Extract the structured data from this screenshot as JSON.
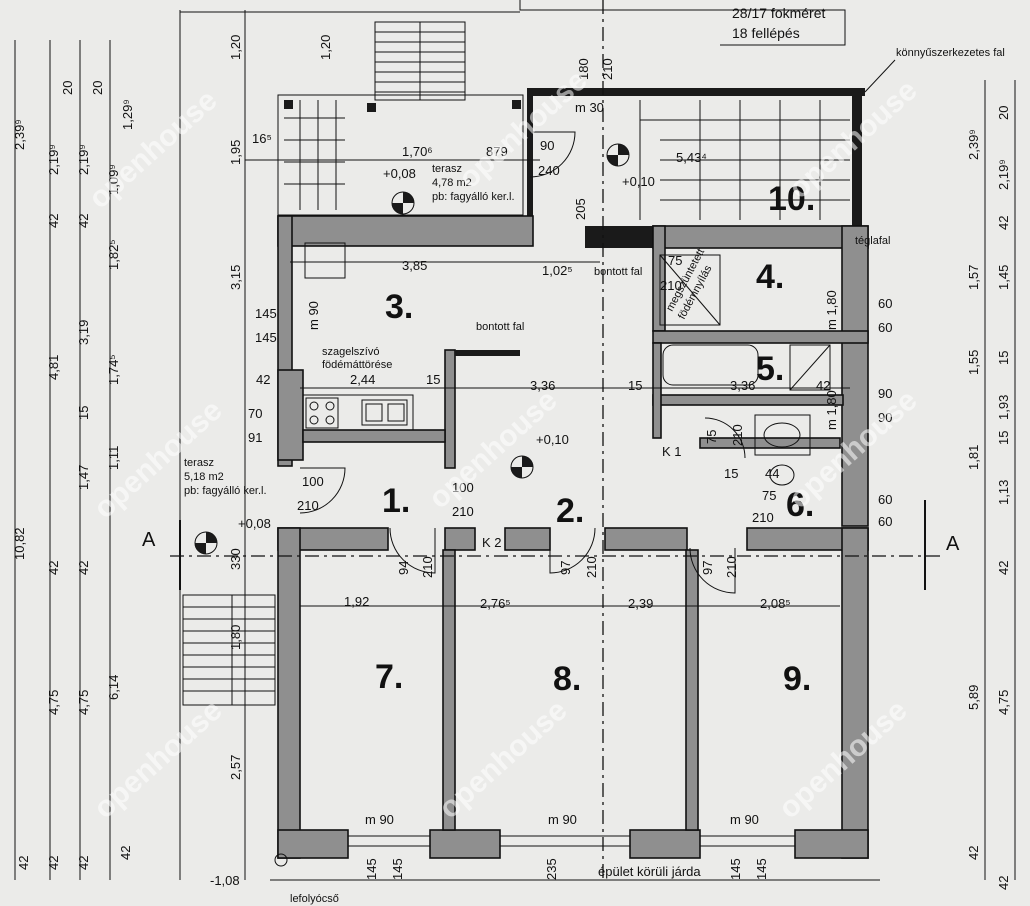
{
  "stair_note": {
    "line1": "28/17 fokméret",
    "line2": "18 fellépés"
  },
  "labels": {
    "light_wall": "könnyűszerkezetes fal",
    "brick_wall": "téglafal",
    "removed_wall_top": "bontott fal",
    "removed_wall_mid": "bontott fal",
    "hood": "szagelszívó",
    "hood2": "födémáttörése",
    "ceiling_opening": "megszüntetett",
    "ceiling_opening2": "födémnyílás",
    "sidewalk": "épület körüli járda",
    "downpipe": "lefolyócső",
    "terrace_top_1": "terasz",
    "terrace_top_2": "4,78 m2",
    "terrace_top_3": "pb: fagyálló ker.l.",
    "terrace_left_1": "terasz",
    "terrace_left_2": "5,18 m2",
    "terrace_left_3": "pb: fagyálló ker.l.",
    "k1": "K 1",
    "k2": "K 2",
    "section_a_left": "A",
    "section_a_right": "A"
  },
  "rooms": {
    "r1": "1.",
    "r2": "2.",
    "r3": "3.",
    "r4": "4.",
    "r5": "5.",
    "r6": "6.",
    "r7": "7.",
    "r8": "8.",
    "r9": "9.",
    "r10": "10."
  },
  "levels": {
    "l1": "+0,08",
    "l2": "+0,10",
    "l3": "+0,10",
    "l4": "+0,08",
    "l5": "-1,08"
  },
  "watermark": "openhouse",
  "dims": {
    "d1": "1,20",
    "d2": "1,20",
    "d3": "180",
    "d4": "210",
    "d5": "m 30",
    "d6": "16⁵",
    "d7": "1,70⁶",
    "d8": "879",
    "d9": "90",
    "d10": "240",
    "d11": "5,43⁴",
    "d12": "1,95",
    "d13": "205",
    "d14": "3,85",
    "d15": "1,02⁵",
    "d16": "75",
    "d17": "210",
    "d18": "3,15",
    "d19": "145",
    "d20": "145",
    "d21": "m 90",
    "d22": "2,44",
    "d23": "15",
    "d24": "3,36",
    "d25": "15",
    "d26": "3,36",
    "d27": "42",
    "d28": "70",
    "d29": "91",
    "d30": "100",
    "d31": "210",
    "d32": "100",
    "d33": "210",
    "d34": "75",
    "d35": "210",
    "d36": "15",
    "d37": "44",
    "d38": "75",
    "d39": "210",
    "d40": "330",
    "d41": "94",
    "d42": "210",
    "d43": "97",
    "d44": "210",
    "d45": "97",
    "d46": "210",
    "d47": "1,92",
    "d48": "2,76⁵",
    "d49": "2,39",
    "d50": "2,08⁵",
    "d51": "1,80",
    "d52": "2,57",
    "d53": "m 90",
    "d54": "m 90",
    "d55": "m 90",
    "d56": "145",
    "d57": "145",
    "d58": "235",
    "d59": "145",
    "d60": "145",
    "d61": "m 1,80",
    "d62": "m 1,80",
    "d63": "60",
    "d64": "60",
    "d65": "90",
    "d66": "90",
    "d67": "60",
    "d68": "60",
    "d69": "42",
    "L1": "2,39⁹",
    "L2": "20",
    "L3": "20",
    "L4": "2,19⁹",
    "L5": "2,19⁹",
    "L6": "1,09⁹",
    "L7": "1,29⁹",
    "L8": "42",
    "L9": "42",
    "L10": "1,82⁵",
    "L11": "4,81",
    "L12": "3,19",
    "L13": "1,74⁵",
    "L14": "15",
    "L15": "10,82",
    "L16": "1,47",
    "L17": "1,11",
    "L18": "42",
    "L19": "42",
    "L20": "4,75",
    "L21": "4,75",
    "L22": "6,14",
    "L23": "42",
    "L24": "42",
    "L25": "42",
    "L26": "42",
    "R1": "2,39⁹",
    "R2": "20",
    "R3": "2,19⁹",
    "R4": "42",
    "R5": "1,57",
    "R6": "1,45",
    "R7": "1,55",
    "R8": "15",
    "R9": "1,93",
    "R10": "1,81",
    "R11": "15",
    "R12": "1,13",
    "R13": "42",
    "R14": "5,89",
    "R15": "4,75",
    "R16": "42",
    "R17": "42"
  }
}
